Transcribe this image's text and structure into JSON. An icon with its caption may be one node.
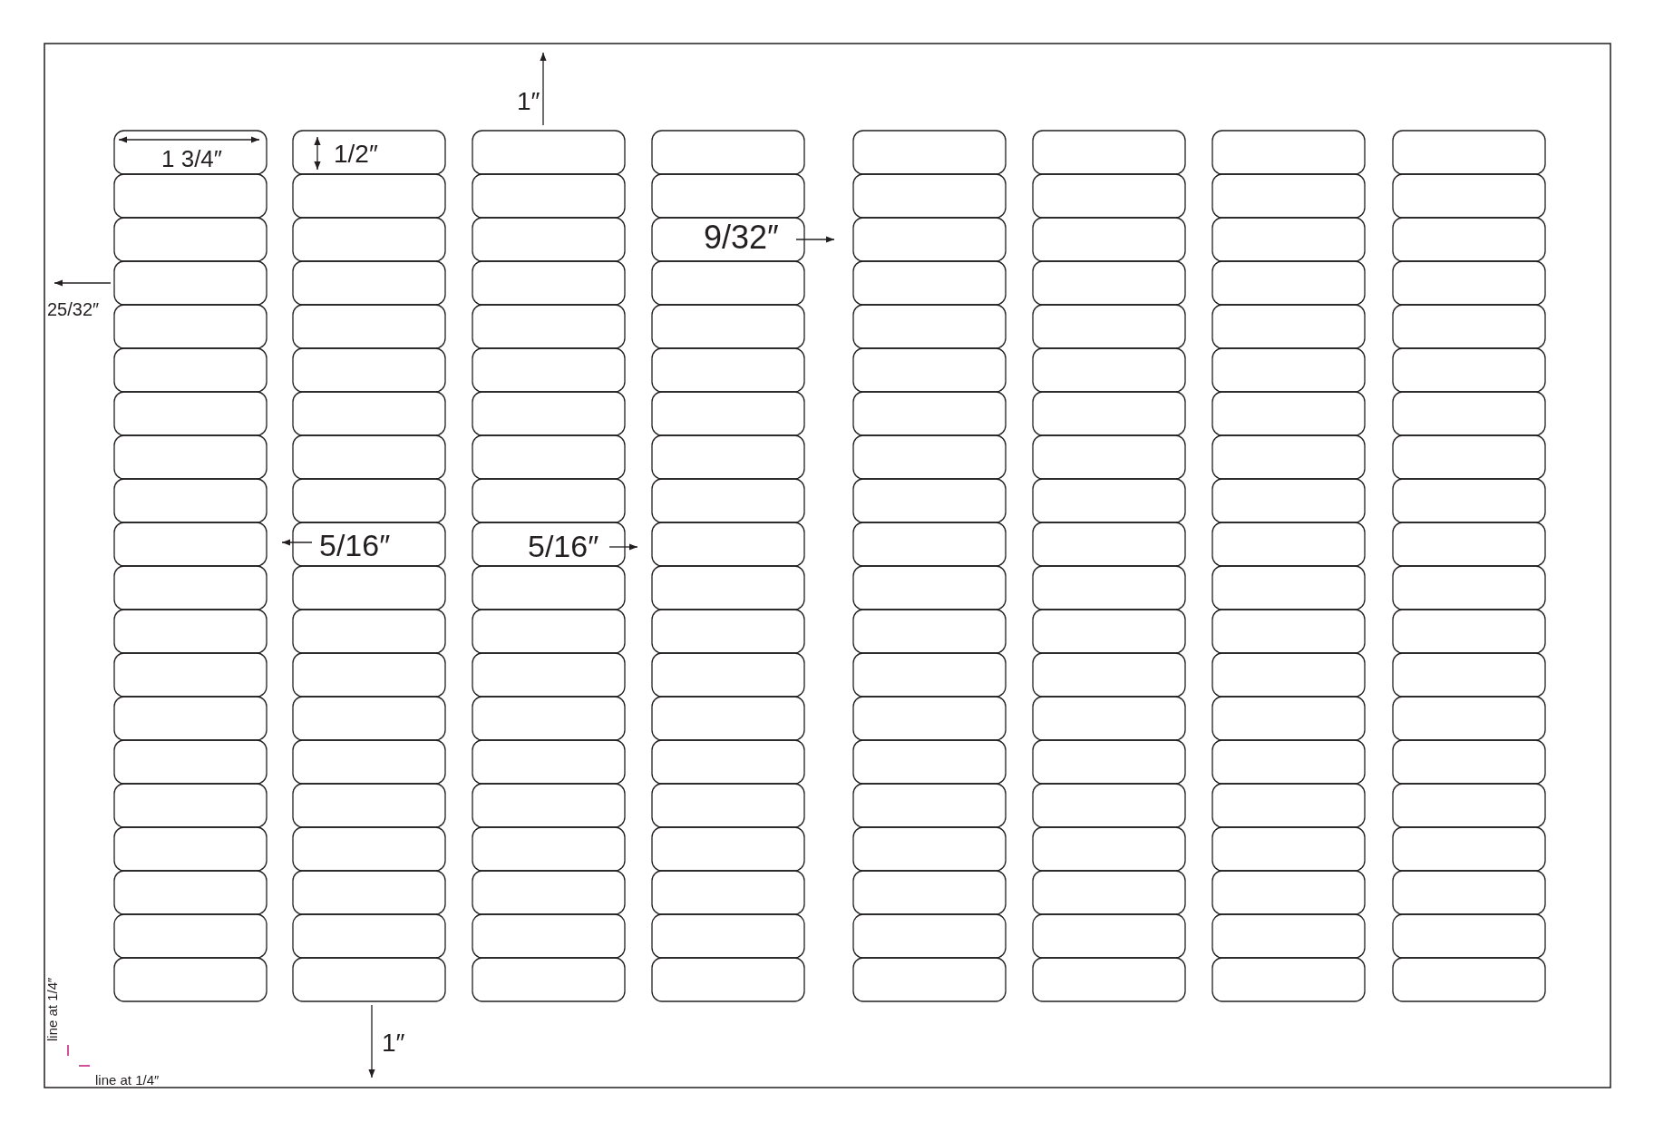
{
  "diagram": {
    "labels": [
      "1″",
      "1 3/4″",
      "1/2″",
      "9/32″",
      "25/32″",
      "5/16″",
      "5/16″",
      "line at 1/4″",
      "1″",
      "line at 1/4″"
    ]
  }
}
